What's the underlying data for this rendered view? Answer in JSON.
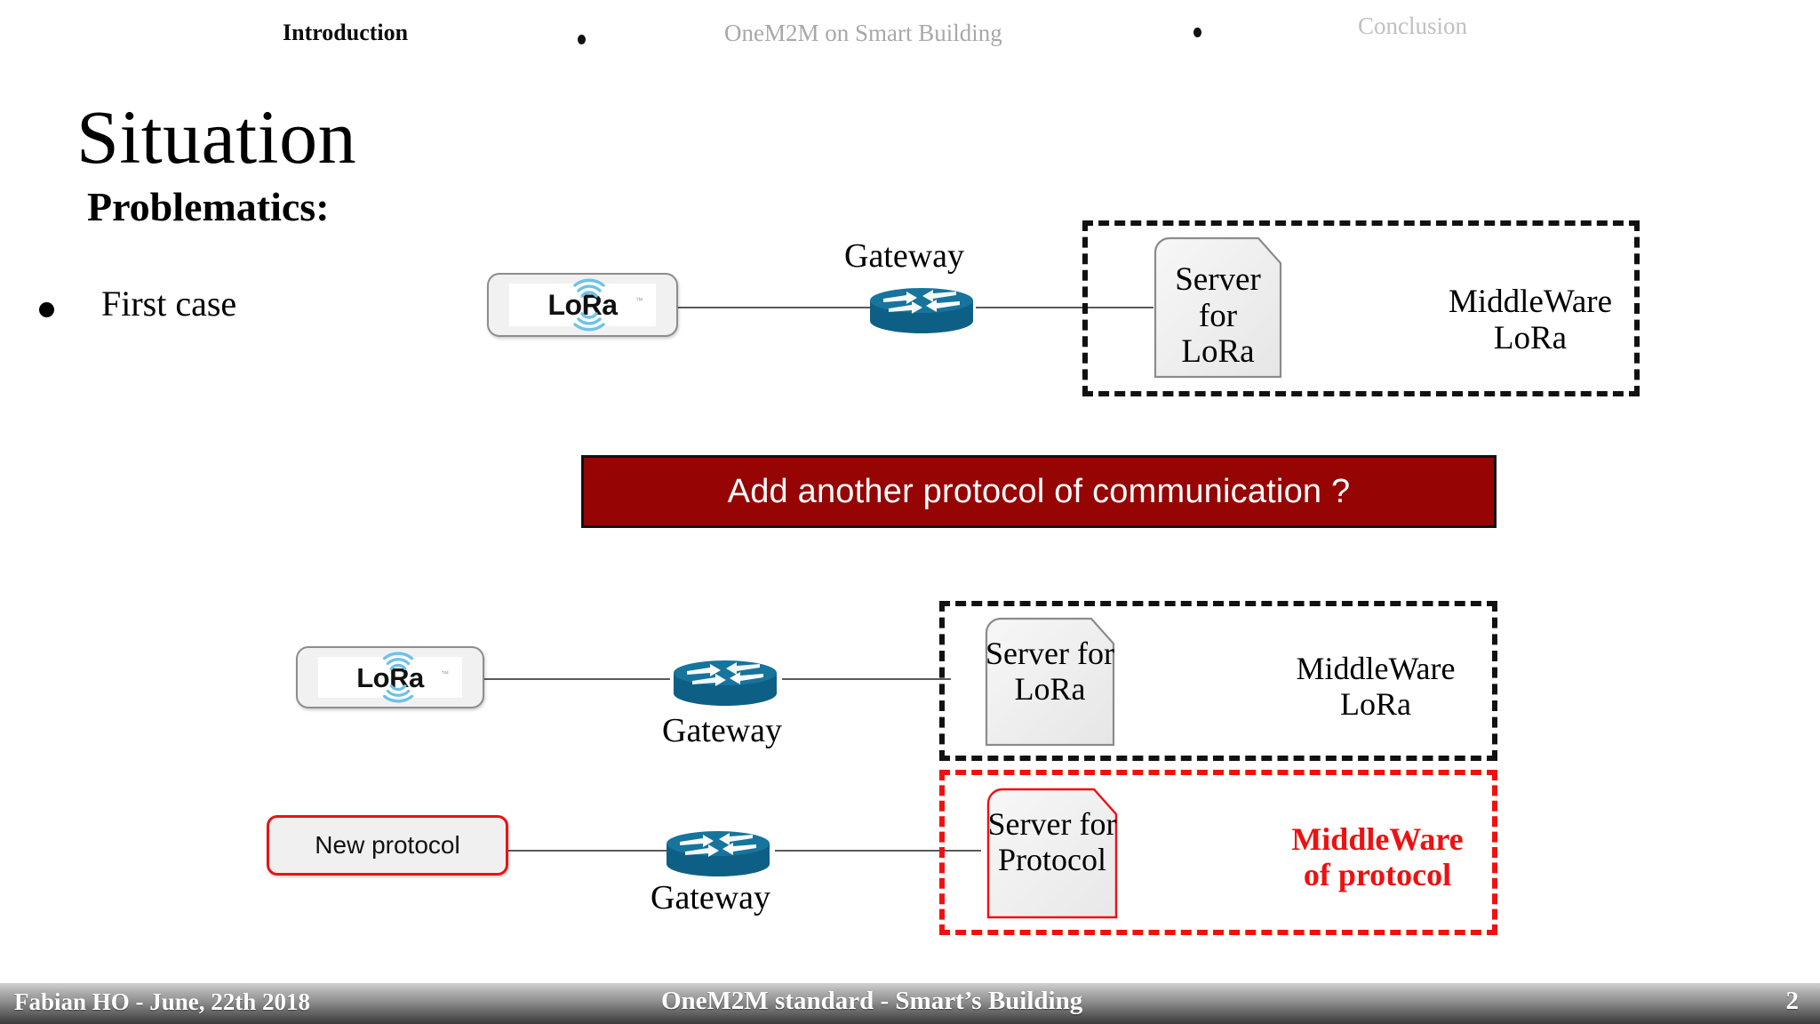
{
  "nav": {
    "items": [
      {
        "label": "Introduction",
        "state": "active"
      },
      {
        "label": "OneM2M on Smart Building",
        "state": "dim"
      },
      {
        "label": "Conclusion",
        "state": "dim"
      }
    ]
  },
  "heading": {
    "title": "Situation",
    "subtitle": "Problematics:"
  },
  "bullets": [
    {
      "label": "First case"
    }
  ],
  "colors": {
    "banner_bg": "#960404",
    "banner_text": "#ffffff",
    "accent_red": "#ee1111",
    "router_blue": "#11678f",
    "nav_active": "#0b0b0b",
    "nav_dim": "#a8a8a8",
    "box_fill": "#f0f0f0",
    "box_stroke": "#8d8d8d"
  },
  "diagram_top": {
    "device": {
      "logo_text": "LoRa",
      "tm": "™",
      "icon": "lora-logo-icon"
    },
    "gateway": {
      "label": "Gateway",
      "icon": "router-icon"
    },
    "server": {
      "label": "Server for\nLoRa",
      "icon": "server-icon"
    },
    "middleware": {
      "label": "MiddleWare\nLoRa"
    }
  },
  "banner": {
    "text": "Add another protocol of communication ?"
  },
  "diagram_bottom": {
    "row_lora": {
      "device": {
        "logo_text": "LoRa",
        "tm": "™",
        "icon": "lora-logo-icon"
      },
      "gateway": {
        "label": "Gateway",
        "icon": "router-icon"
      },
      "server": {
        "label": "Server for\nLoRa",
        "icon": "server-icon"
      },
      "middleware": {
        "label": "MiddleWare\nLoRa"
      }
    },
    "row_protocol": {
      "device": {
        "label": "New protocol"
      },
      "gateway": {
        "label": "Gateway",
        "icon": "router-icon"
      },
      "server": {
        "label": "Server for\nProtocol",
        "icon": "server-icon"
      },
      "middleware": {
        "label": "MiddleWare\nof protocol"
      }
    }
  },
  "footer": {
    "author": "Fabian HO   -   June, 22th  2018",
    "center": "OneM2M standard - Smart’s Building",
    "page": "2"
  }
}
